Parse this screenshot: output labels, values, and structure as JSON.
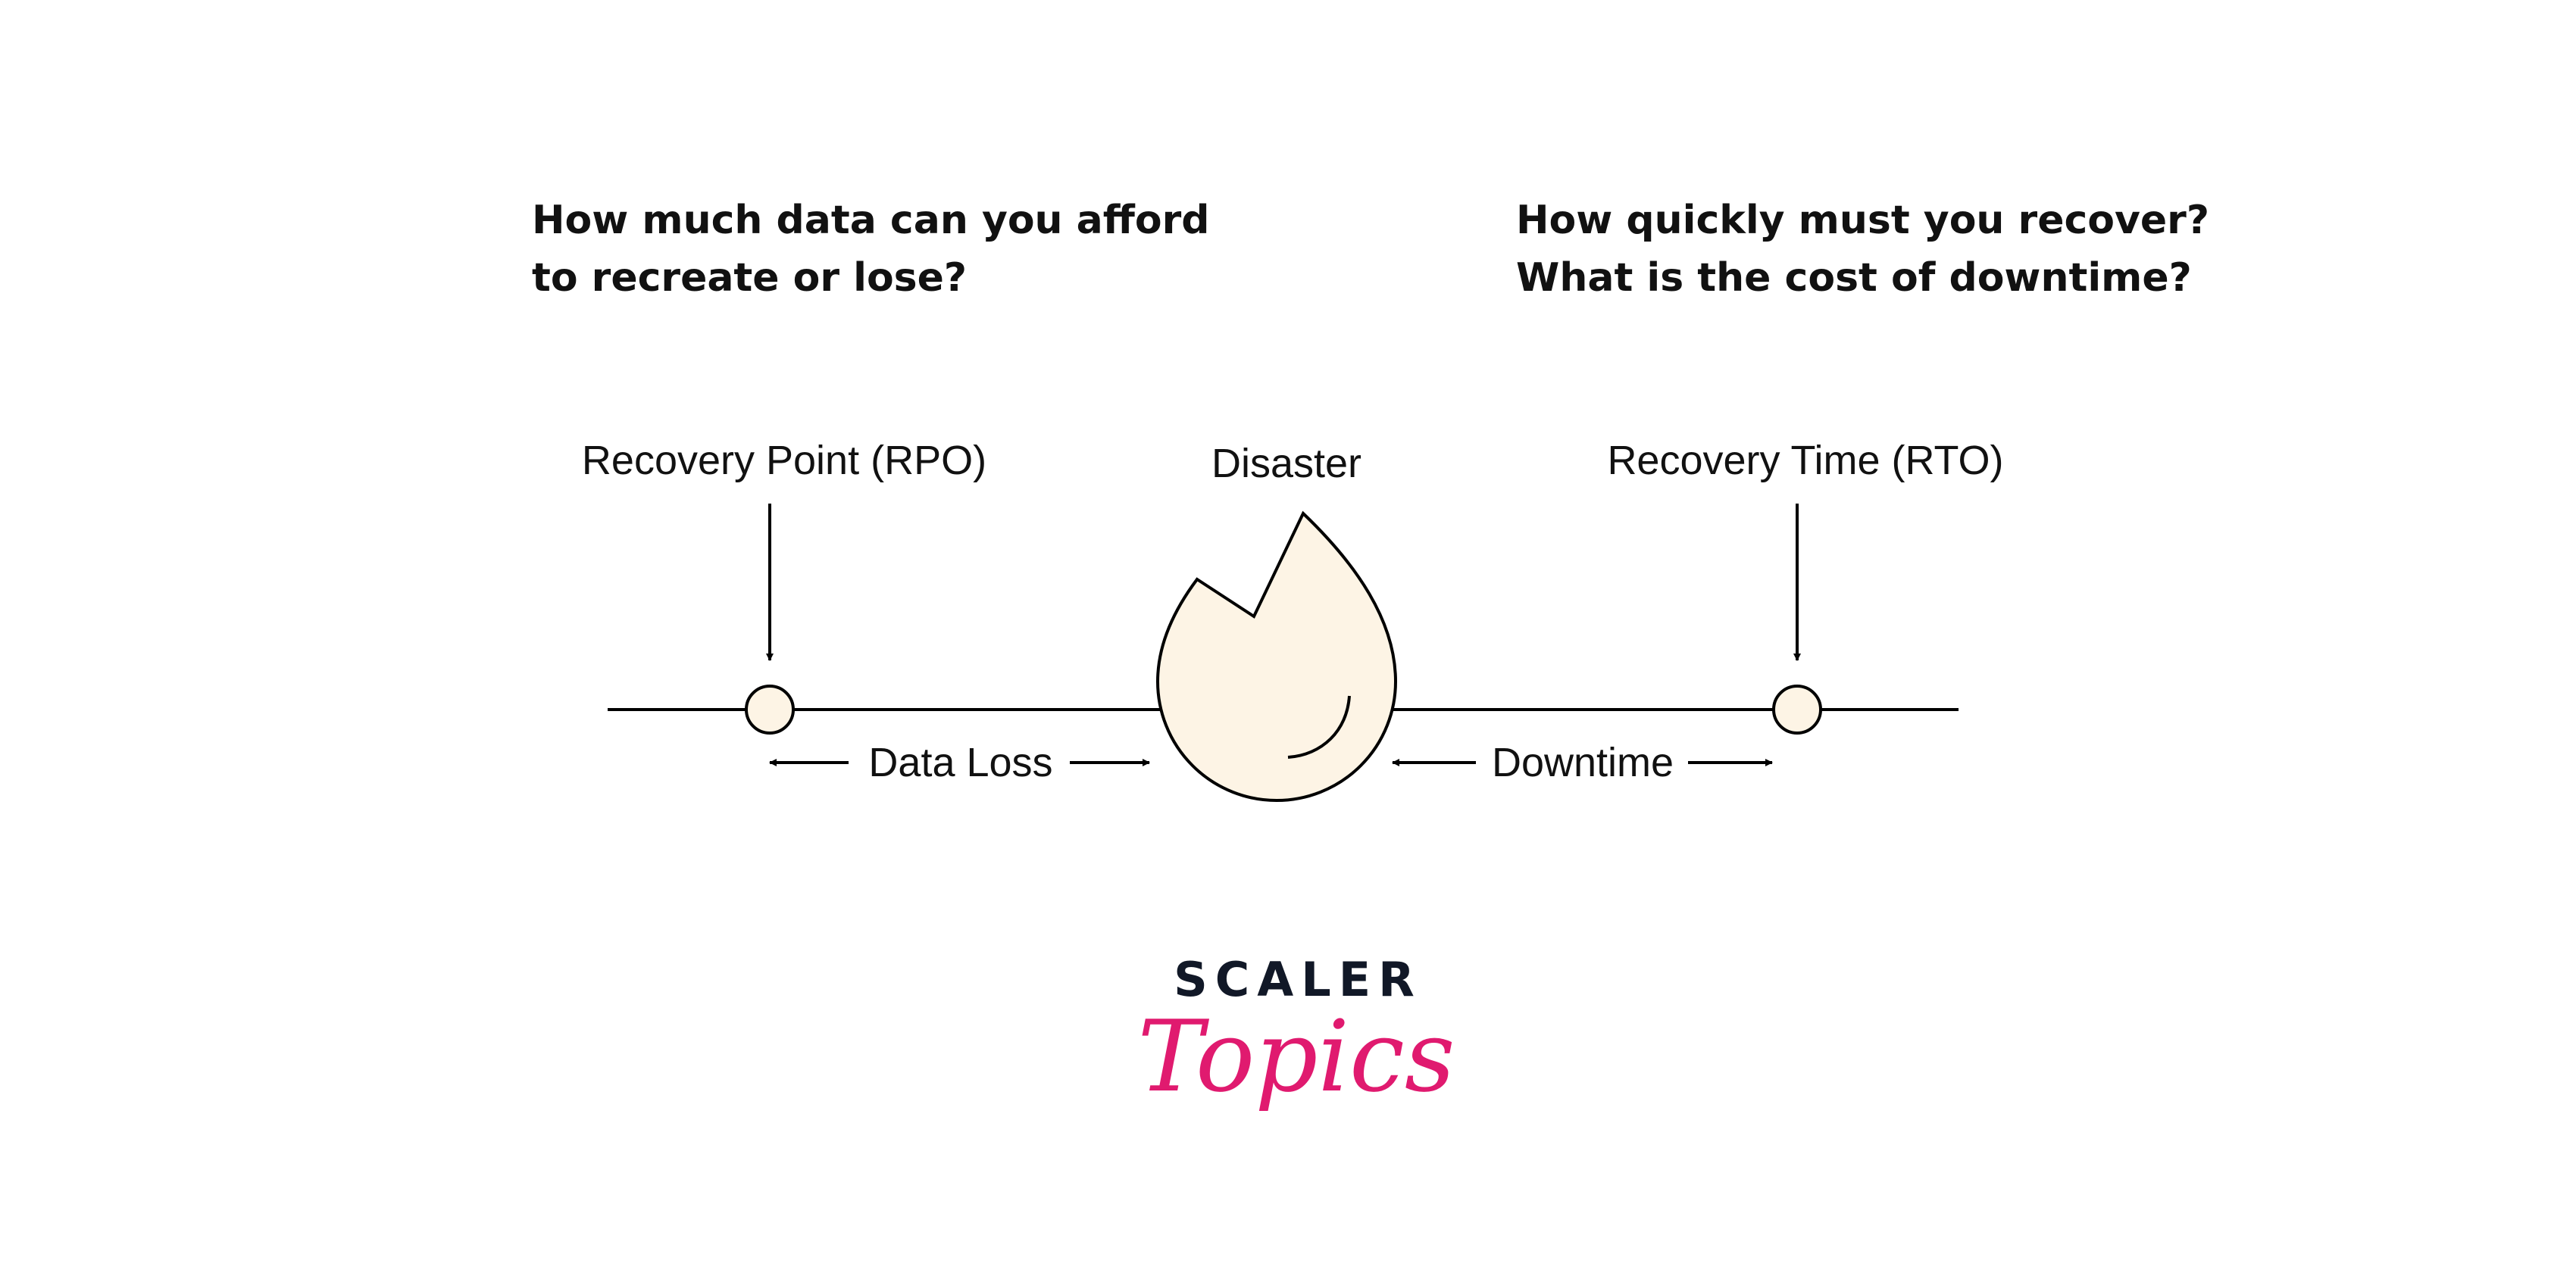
{
  "questions": {
    "left": [
      "How much data can you afford",
      "to recreate or lose?"
    ],
    "right": [
      "How quickly must you recover?",
      "What is the cost of downtime?"
    ]
  },
  "labels": {
    "rpo": "Recovery Point (RPO)",
    "disaster": "Disaster",
    "rto": "Recovery Time (RTO)",
    "data_loss": "Data Loss",
    "downtime": "Downtime"
  },
  "logo": {
    "line1": "SCALER",
    "line2": "Topics"
  },
  "colors": {
    "fill": "#FDF4E5",
    "stroke": "#000000",
    "brand_dark": "#111827",
    "brand_pink": "#E01A6F"
  }
}
